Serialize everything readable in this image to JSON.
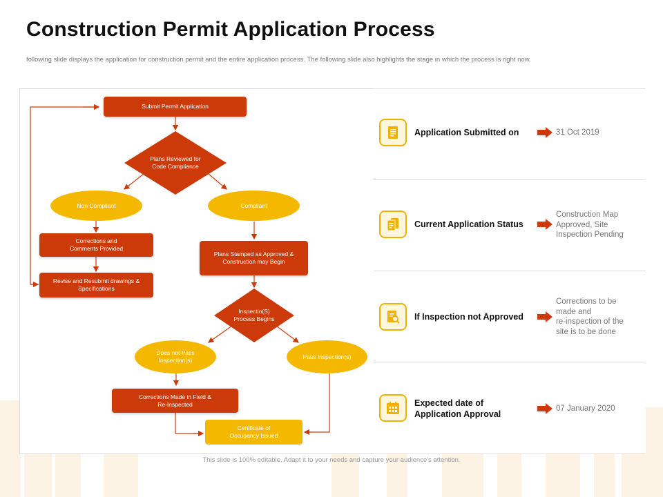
{
  "slide": {
    "title": "Construction Permit Application Process",
    "subtitle": "following slide displays the application  for construction permit and the entire application process. The following slide also highlights the stage in which the process is right now.",
    "footer": "This slide is 100% editable. Adapt it to your needs and capture your audience's attention."
  },
  "flow": {
    "submit": "Submit Permit Application",
    "review_line1": "Plans Reviewed for",
    "review_line2": "Code Compliance",
    "non_compliant": "Non Compliant",
    "compliant": "Compliant",
    "corrections_line1": "Corrections  and",
    "corrections_line2": "Comments Provided",
    "revise_line1": "Revise and Resubmit drawings &",
    "revise_line2": "Specifications",
    "stamped_line1": "Plans Stamped  as Approved  &",
    "stamped_line2": "Construction  may Begin",
    "inspection_line1": "Inspectio(S)",
    "inspection_line2": "Process Begins",
    "does_not_pass_line1": "Does  not Pass",
    "does_not_pass_line2": "Inspection(s)",
    "pass": "Pass Inspection(s)",
    "field_line1": "Corrections  Made  in Field  &",
    "field_line2": "Re-Inspected",
    "certificate_line1": "Certificate  of",
    "certificate_line2": "Occupancy  Issued"
  },
  "info": [
    {
      "icon": "document-icon",
      "label_line1": "Application  Submitted  on",
      "label_line2": "",
      "value_lines": [
        "31 Oct 2019"
      ]
    },
    {
      "icon": "documents-icon",
      "label_line1": "Current  Application  Status",
      "label_line2": "",
      "value_lines": [
        "Construction Map",
        "Approved,  Site",
        "Inspection  Pending"
      ]
    },
    {
      "icon": "inspection-icon",
      "label_line1": "If  Inspection  not  Approved",
      "label_line2": "",
      "value_lines": [
        "Corrections to be",
        "made and",
        "re-inspection  of the",
        "site is to be done"
      ]
    },
    {
      "icon": "calendar-icon",
      "label_line1": "Expected  date of",
      "label_line2": "Application  Approval",
      "value_lines": [
        "07 January  2020"
      ]
    }
  ],
  "colors": {
    "red": "#cc3a0a",
    "yellow": "#f5b800",
    "arrow": "#cc3a0a"
  }
}
